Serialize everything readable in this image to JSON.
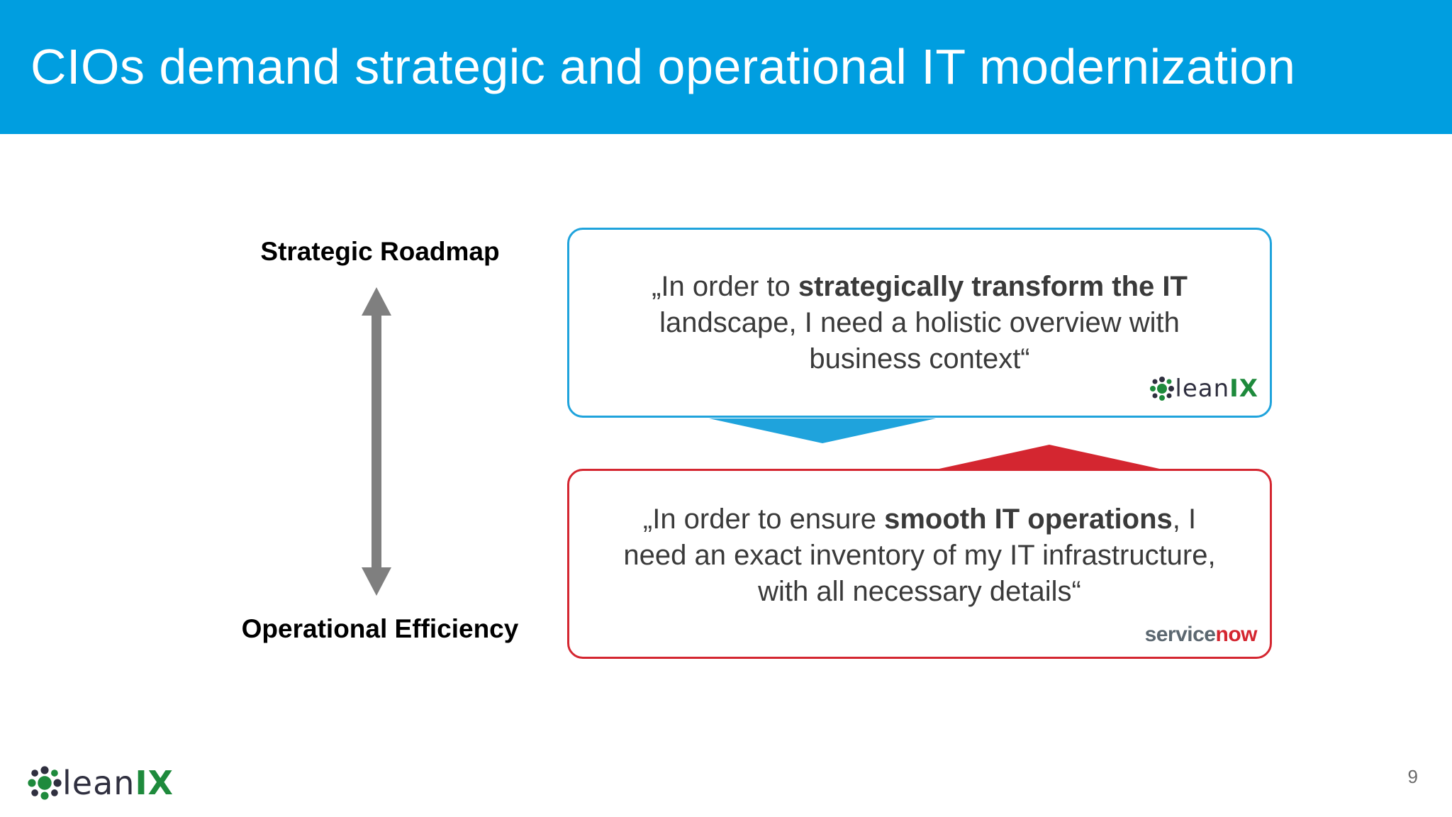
{
  "slide": {
    "title": "CIOs demand strategic and operational IT modernization",
    "page_number": "9"
  },
  "axis": {
    "top_label": "Strategic Roadmap",
    "bottom_label": "Operational Efficiency"
  },
  "cards": {
    "top": {
      "quote_pre": "„In order to ",
      "quote_bold": "strategically transform the IT",
      "quote_post": " landscape, I need a holistic overview with business context“",
      "logo_text_main": "lean",
      "logo_text_accent": "IX"
    },
    "bottom": {
      "quote_pre": "„In order to ensure ",
      "quote_bold": "smooth IT operations",
      "quote_post": ", I need an exact inventory of my IT infrastructure, with all necessary details“",
      "logo_text_main": "service",
      "logo_text_accent": "now"
    }
  },
  "footer": {
    "logo_text_main": "lean",
    "logo_text_accent": "IX"
  },
  "colors": {
    "header_blue": "#009ee0",
    "card_blue": "#1fa3dc",
    "card_red": "#d42630",
    "arrow_gray": "#7f7f7f",
    "leanix_green": "#1e8a3c"
  },
  "icons": {
    "leanix_mark": "leanix-logo-icon",
    "axis_arrow": "double-headed-arrow-icon"
  }
}
